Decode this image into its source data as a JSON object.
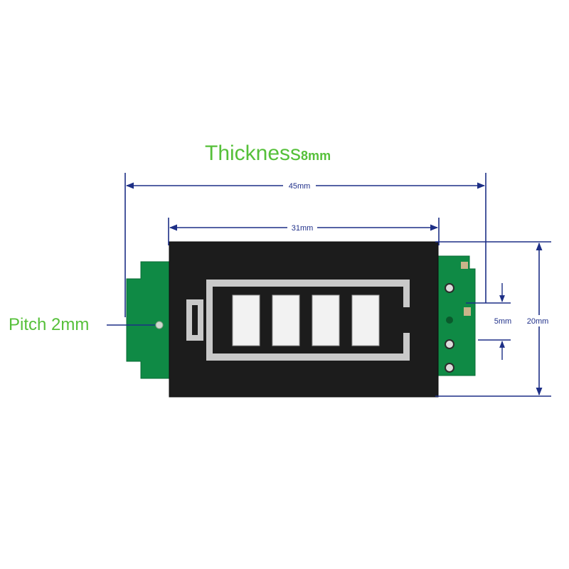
{
  "title": {
    "main": "Thickness",
    "value": "8mm"
  },
  "dimensions": {
    "total_length": "45mm",
    "display_length": "31mm",
    "height": "20mm",
    "hole_spacing": "5mm"
  },
  "callouts": {
    "pitch": "Pitch 2mm"
  },
  "indicator": {
    "segments_total": 4,
    "segments_lit": 4
  },
  "colors": {
    "label_green": "#56c03a",
    "dimension_blue": "#1d2f86",
    "pcb_green": "#0f8a45",
    "display_black": "#1c1c1c",
    "segment_white": "#f2f2f2"
  }
}
